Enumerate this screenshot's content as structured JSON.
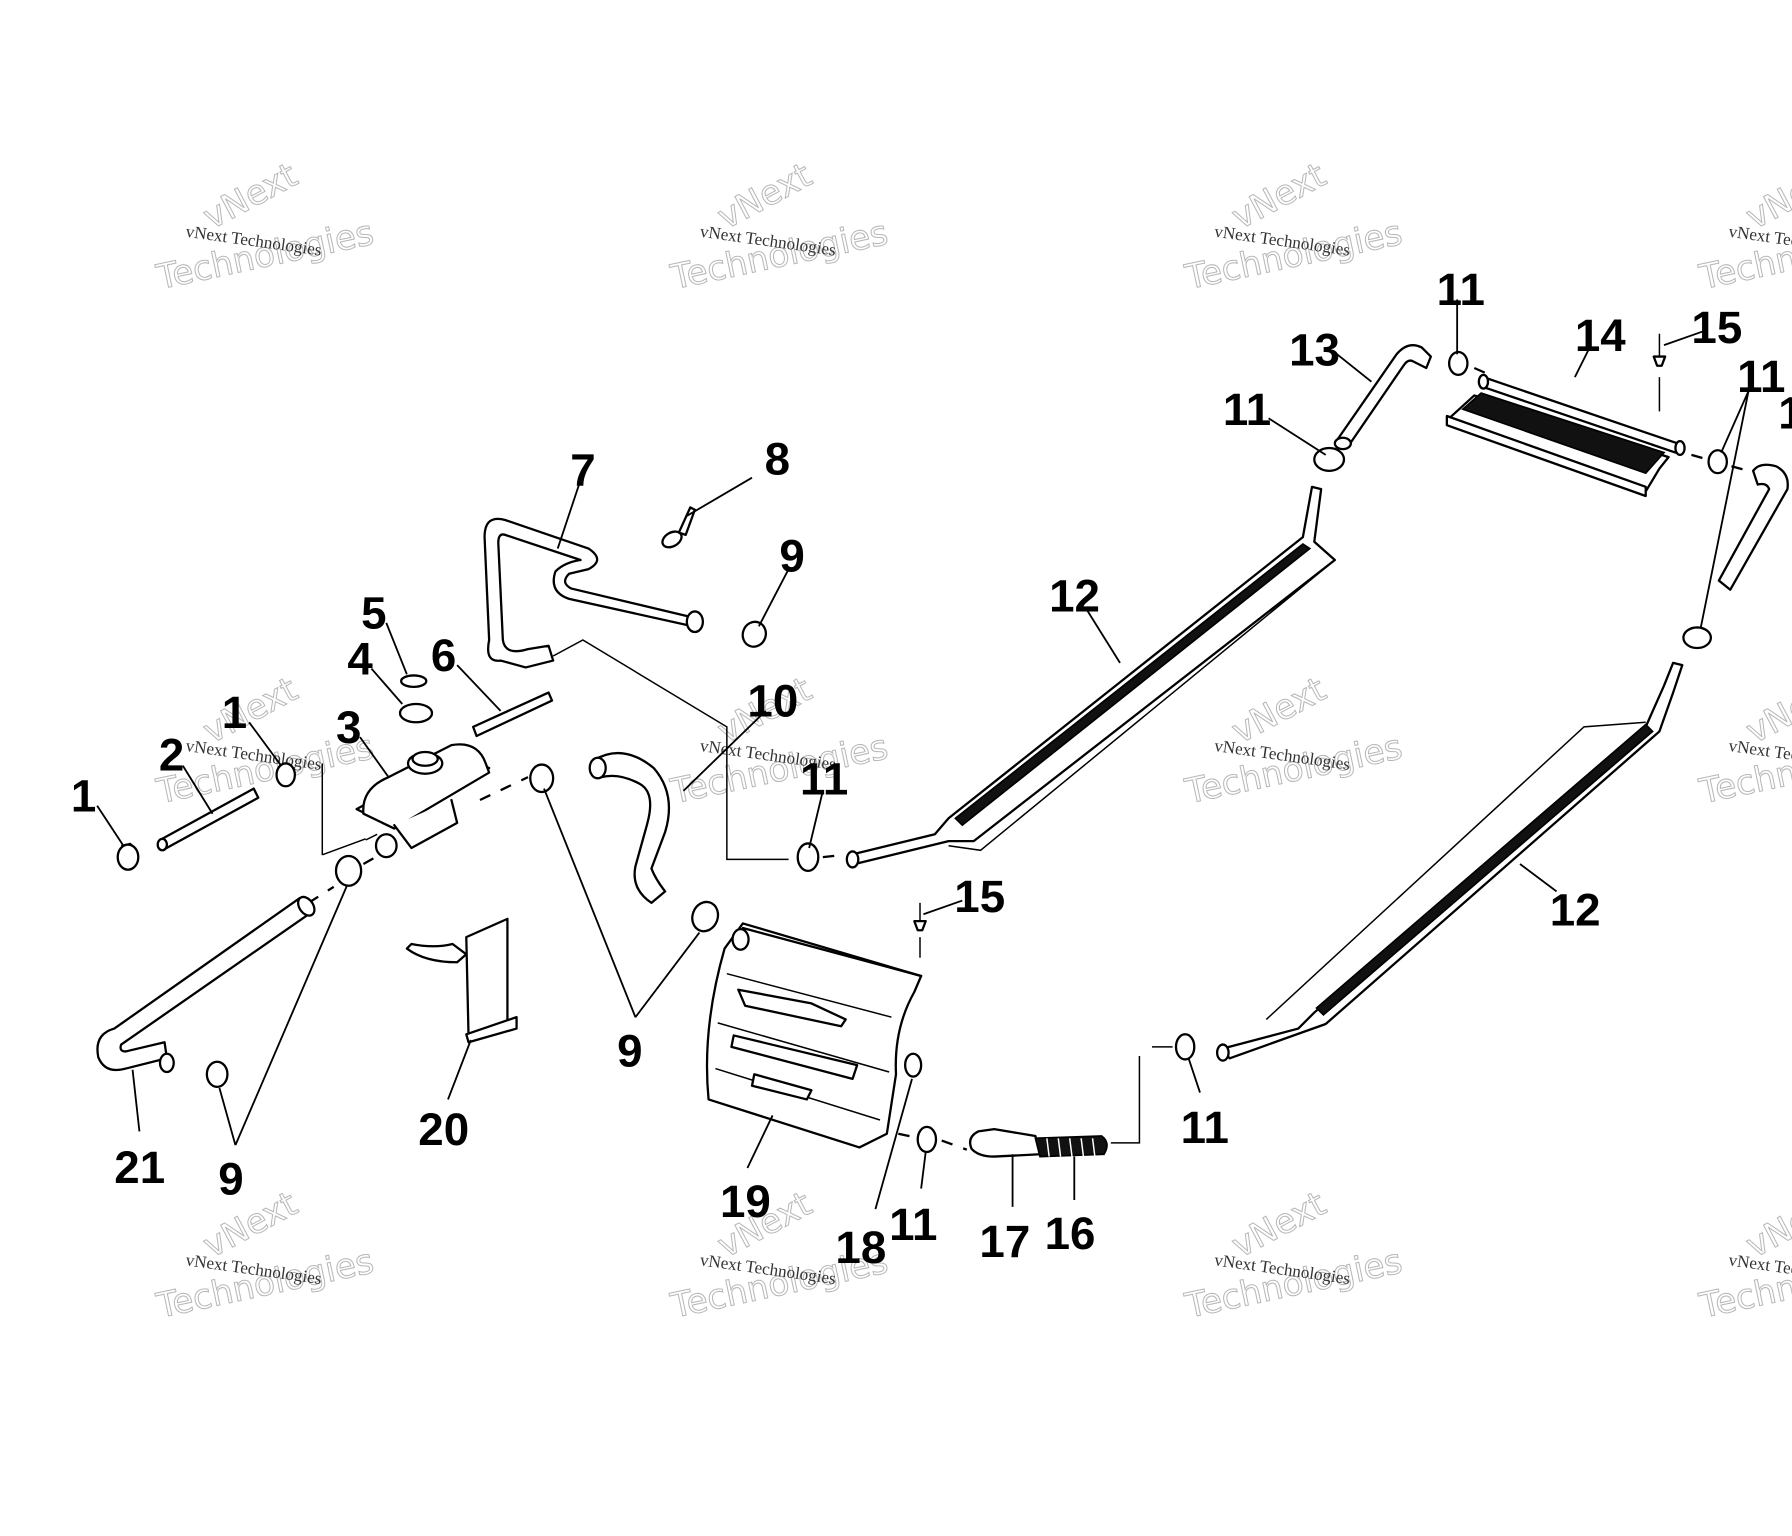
{
  "diagram": {
    "title": "Cooling system exploded parts diagram",
    "watermark": {
      "line_small": "vNext Technologies",
      "line_top": "vNext",
      "line_bottom": "Technologies"
    },
    "callouts": [
      {
        "id": "c1a",
        "label": "1",
        "part": "hose-clamp-small"
      },
      {
        "id": "c2",
        "label": "2",
        "part": "straight-hose"
      },
      {
        "id": "c1b",
        "label": "1",
        "part": "hose-clamp-small"
      },
      {
        "id": "c3",
        "label": "3",
        "part": "coolant-reservoir-tank"
      },
      {
        "id": "c4",
        "label": "4",
        "part": "reservoir-cap"
      },
      {
        "id": "c5",
        "label": "5",
        "part": "cap-gasket"
      },
      {
        "id": "c6",
        "label": "6",
        "part": "overflow-hose"
      },
      {
        "id": "c7",
        "label": "7",
        "part": "formed-hose"
      },
      {
        "id": "c8",
        "label": "8",
        "part": "spring-clip"
      },
      {
        "id": "c9a",
        "label": "9",
        "part": "hose-clamp"
      },
      {
        "id": "c10",
        "label": "10",
        "part": "curved-hose"
      },
      {
        "id": "c11a",
        "label": "11",
        "part": "hose-clamp"
      },
      {
        "id": "c12a",
        "label": "12",
        "part": "heat-exchanger-rail"
      },
      {
        "id": "c13",
        "label": "13",
        "part": "elbow-hose"
      },
      {
        "id": "c11b",
        "label": "11",
        "part": "hose-clamp"
      },
      {
        "id": "c11c",
        "label": "11",
        "part": "hose-clamp"
      },
      {
        "id": "c14",
        "label": "14",
        "part": "rear-heat-exchanger"
      },
      {
        "id": "c15a",
        "label": "15",
        "part": "rivet"
      },
      {
        "id": "c11d",
        "label": "11",
        "part": "hose-clamp"
      },
      {
        "id": "c1c",
        "label": "1",
        "part": "elbow-hose-partial"
      },
      {
        "id": "c12b",
        "label": "12",
        "part": "heat-exchanger-rail"
      },
      {
        "id": "c15b",
        "label": "15",
        "part": "rivet"
      },
      {
        "id": "c9b",
        "label": "9",
        "part": "hose-clamp"
      },
      {
        "id": "c20",
        "label": "20",
        "part": "bracket"
      },
      {
        "id": "c21",
        "label": "21",
        "part": "long-elbow-hose"
      },
      {
        "id": "c9c",
        "label": "9",
        "part": "hose-clamp"
      },
      {
        "id": "c19",
        "label": "19",
        "part": "front-heat-exchanger"
      },
      {
        "id": "c18",
        "label": "18",
        "part": "grommet"
      },
      {
        "id": "c11e",
        "label": "11",
        "part": "hose-clamp"
      },
      {
        "id": "c17",
        "label": "17",
        "part": "hose-sleeve"
      },
      {
        "id": "c16",
        "label": "16",
        "part": "corrugated-hose"
      },
      {
        "id": "c11f",
        "label": "11",
        "part": "hose-clamp"
      }
    ]
  }
}
